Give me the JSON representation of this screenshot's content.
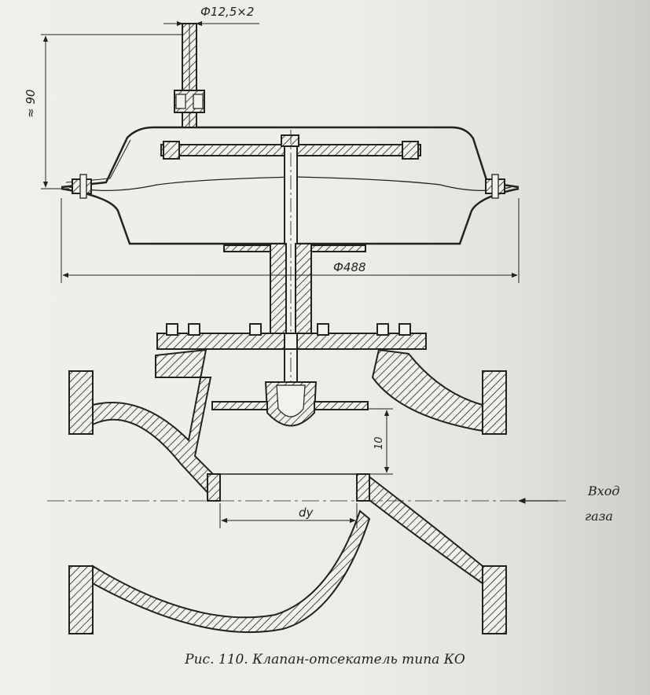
{
  "dimensions": {
    "stem_pipe": "Ф12,5×2",
    "height": "≈ 90",
    "diameter": "Ф488",
    "stroke": "10",
    "nominal": "dy"
  },
  "labels": {
    "inlet_line1": "Вход",
    "inlet_line2": "газа"
  },
  "caption": "Рис. 110. Клапан-отсекатель типа КО",
  "colors": {
    "ink": "#222222",
    "paper": "#eeece6"
  }
}
